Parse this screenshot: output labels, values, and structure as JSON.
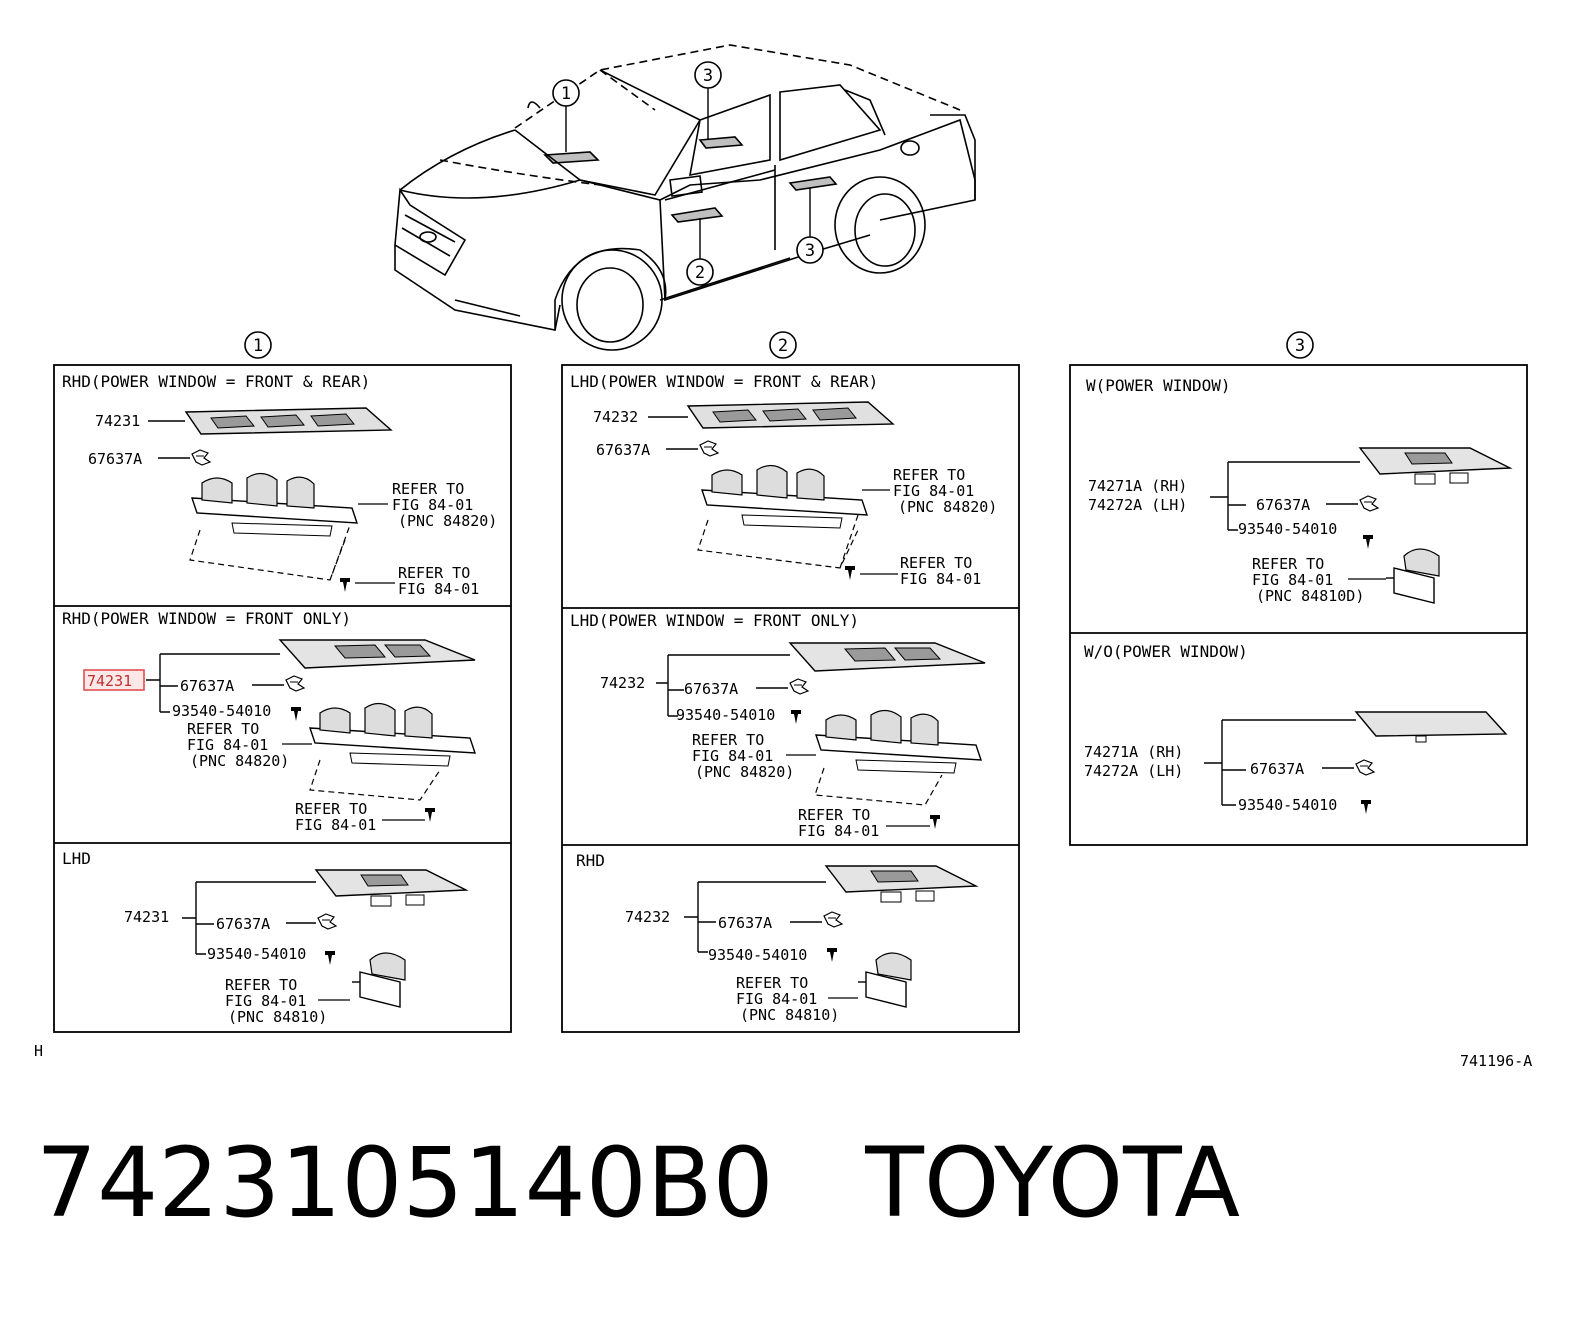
{
  "car": {
    "callouts": [
      "1",
      "2",
      "3"
    ]
  },
  "columns": [
    {
      "circle": "1"
    },
    {
      "circle": "2"
    },
    {
      "circle": "3"
    }
  ],
  "panels": {
    "c1_top": {
      "header": "RHD(POWER WINDOW = FRONT & REAR)",
      "part_no": "74231",
      "clip": "67637A",
      "refer1": [
        "REFER TO",
        "FIG 84-01",
        "(PNC 84820)"
      ],
      "refer2": [
        "REFER TO",
        "FIG 84-01"
      ]
    },
    "c1_mid": {
      "header": "RHD(POWER WINDOW = FRONT ONLY)",
      "part_no": "74231",
      "clip": "67637A",
      "screw": "93540-54010",
      "refer1": [
        "REFER TO",
        "FIG 84-01",
        "(PNC 84820)"
      ],
      "refer2": [
        "REFER TO",
        "FIG 84-01"
      ]
    },
    "c1_bot": {
      "header": "LHD",
      "part_no": "74231",
      "clip": "67637A",
      "screw": "93540-54010",
      "refer1": [
        "REFER TO",
        "FIG 84-01",
        "(PNC 84810)"
      ]
    },
    "c2_top": {
      "header": "LHD(POWER WINDOW = FRONT & REAR)",
      "part_no": "74232",
      "clip": "67637A",
      "refer1": [
        "REFER TO",
        "FIG 84-01",
        "(PNC 84820)"
      ],
      "refer2": [
        "REFER TO",
        "FIG 84-01"
      ]
    },
    "c2_mid": {
      "header": "LHD(POWER WINDOW = FRONT ONLY)",
      "part_no": "74232",
      "clip": "67637A",
      "screw": "93540-54010",
      "refer1": [
        "REFER TO",
        "FIG 84-01",
        "(PNC 84820)"
      ],
      "refer2": [
        "REFER TO",
        "FIG 84-01"
      ]
    },
    "c2_bot": {
      "header": "RHD",
      "part_no": "74232",
      "clip": "67637A",
      "screw": "93540-54010",
      "refer1": [
        "REFER TO",
        "FIG 84-01",
        "(PNC 84810)"
      ]
    },
    "c3_top": {
      "header": "W(POWER WINDOW)",
      "part_rh": "74271A (RH)",
      "part_lh": "74272A (LH)",
      "clip": "67637A",
      "screw": "93540-54010",
      "refer1": [
        "REFER TO",
        "FIG 84-01",
        "(PNC 84810D)"
      ]
    },
    "c3_bot": {
      "header": "W/O(POWER WINDOW)",
      "part_rh": "74271A (RH)",
      "part_lh": "74272A (LH)",
      "clip": "67637A",
      "screw": "93540-54010"
    }
  },
  "corner_mark": "H",
  "figure_id": "741196-A",
  "footer": {
    "part_number": "7423105140B0",
    "brand": "TOYOTA"
  }
}
